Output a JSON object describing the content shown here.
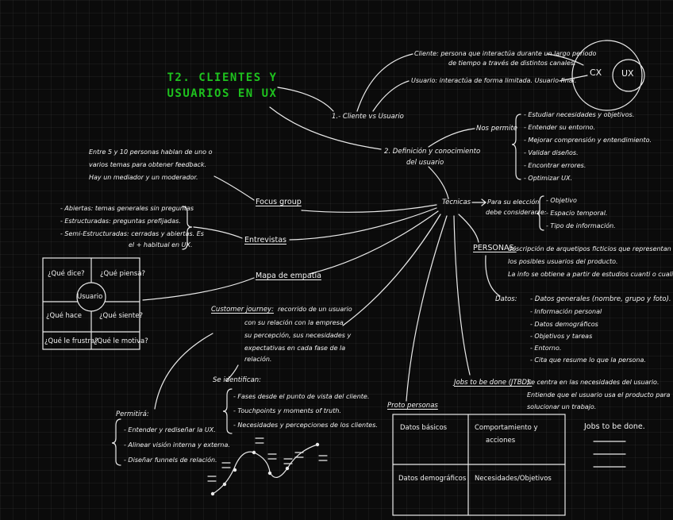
{
  "title": {
    "line1": "T2. CLIENTES Y",
    "line2": "USUARIOS EN UX"
  },
  "venn": {
    "left": "CX",
    "right": "UX"
  },
  "nodes": {
    "cliente_vs_usuario": "1.- Cliente vs Usuario",
    "cliente_def": {
      "line1": "Cliente: persona que interactúa durante un largo periodo",
      "line2": "de tiempo a través de distintos canales."
    },
    "usuario_def": "Usuario: interactúa de forma limitada. Usuario final.",
    "definicion": {
      "line1": "2. Definición y conocimiento",
      "line2": "del usuario"
    },
    "nos_permite": {
      "label": "Nos permite",
      "items": [
        "- Estudiar necesidades y objetivos.",
        "- Entender su entorno.",
        "- Mejorar comprensión y entendimiento.",
        "- Validar diseños.",
        "- Encontrar errores.",
        "- Optimizar UX."
      ]
    },
    "tecnicas": "Técnicas",
    "para_eleccion": {
      "line1": "Para su elección",
      "line2": "debe considerarse:"
    },
    "considerar": [
      "- Objetivo",
      "- Espacio temporal.",
      "- Tipo de información."
    ],
    "focus_group": {
      "label": "Focus group",
      "desc": [
        "Entre 5 y 10 personas hablan de uno o",
        "varios temas para obtener feedback.",
        "Hay un mediador y un moderador."
      ]
    },
    "entrevistas": {
      "label": "Entrevistas",
      "items": [
        "- Abiertas: temas generales sin preguntas",
        "- Estructuradas: preguntas prefijadas.",
        "- Semi-Estructuradas: cerradas y abiertas. Es",
        "el + habitual en UX."
      ]
    },
    "mapa_empatia": {
      "label": "Mapa de empatía",
      "center": "Usuario",
      "q1": "¿Qué dice?",
      "q2": "¿Qué piensa?",
      "q3": "¿Qué hace",
      "q4": "¿Qué siente?",
      "q5": "¿Qué le frustra?",
      "q6": "¿Qué le motiva?"
    },
    "customer_journey": {
      "label": "Customer journey:",
      "desc": [
        "recorrido de un usuario",
        "con su relación con la empresa,",
        "su percepción, sus necesidades y",
        "expectativas en cada fase de la",
        "relación."
      ]
    },
    "se_identifican": {
      "label": "Se identifican:",
      "items": [
        "- Fases desde el punto de vista del cliente.",
        "- Touchpoints y moments of truth.",
        "- Necesidades y percepciones de los clientes."
      ]
    },
    "permitira": {
      "label": "Permitirá:",
      "items": [
        "- Entender y rediseñar la UX.",
        "- Alinear visión interna y externa.",
        "- Diseñar funnels de relación."
      ]
    },
    "personas": {
      "label": "PERSONAS:",
      "desc": [
        "descripción de arquetipos ficticios que representan a",
        "los posibles usuarios del producto.",
        "La info se obtiene a partir de estudios cuanti o cuali."
      ]
    },
    "datos": {
      "label": "Datos:",
      "items": [
        "- Datos generales (nombre, grupo y foto).",
        "- Información personal",
        "- Datos demográficos",
        "- Objetivos y tareas",
        "- Entorno.",
        "- Cita que resume lo que la persona."
      ]
    },
    "jtbd": {
      "label": "Jobs to be done (JTBD):",
      "desc": [
        "Se centra en las necesidades del usuario.",
        "Entiende que el usuario usa el producto para",
        "solucionar un trabajo."
      ]
    },
    "proto_personas": {
      "label": "Proto personas",
      "c1": "Datos básicos",
      "c2_line1": "Comportamiento y",
      "c2_line2": "acciones",
      "c3": "Datos demográficos",
      "c4": "Necesidades/Objetivos"
    },
    "jobs_title": "Jobs to be done."
  },
  "colors": {
    "background": "#0b0b0b",
    "ink": "#f2f2f2",
    "title": "#1ec21e"
  }
}
